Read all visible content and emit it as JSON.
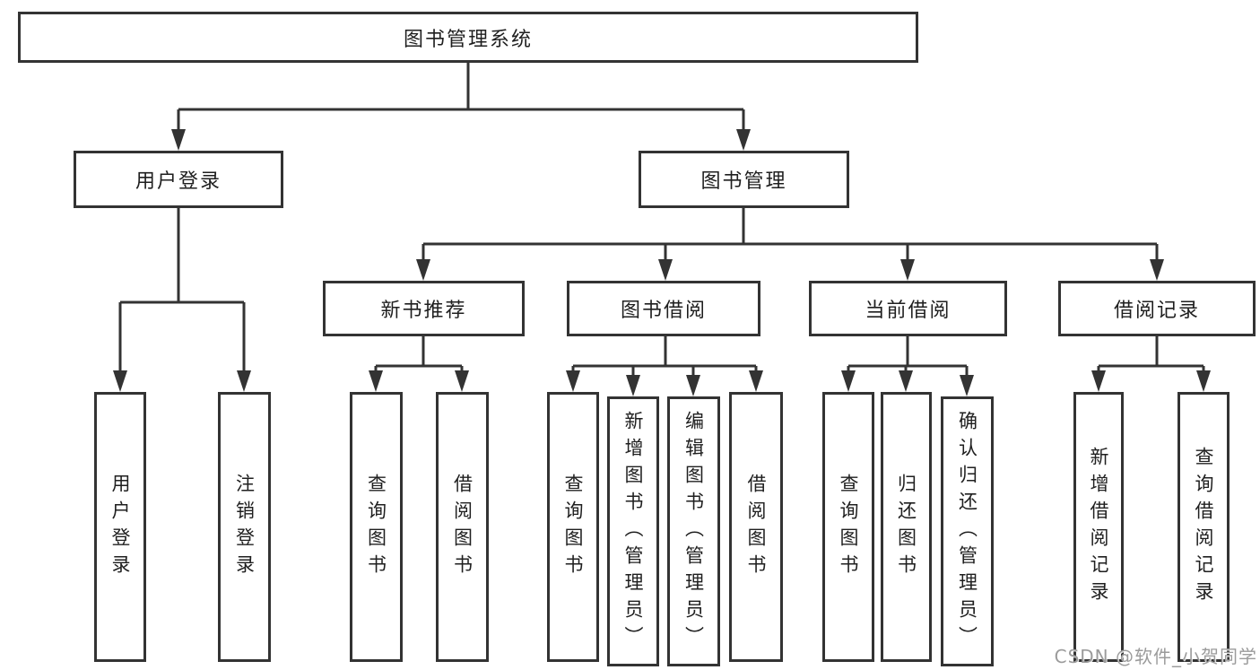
{
  "colors": {
    "background": "#ffffff",
    "line": "#333333",
    "text": "#1f1f1f",
    "watermark": "#9b9b9b"
  },
  "nodes": {
    "root": "图书管理系统",
    "user_login_group": "用户登录",
    "book_mgmt": "图书管理",
    "new_book_rec": "新书推荐",
    "book_borrow": "图书借阅",
    "current_borrow": "当前借阅",
    "borrow_record": "借阅记录",
    "leaf_user_login": "用户登录",
    "leaf_logout": "注销登录",
    "leaf_rec_query": "查询图书",
    "leaf_rec_borrow": "借阅图书",
    "leaf_bb_query": "查询图书",
    "leaf_bb_add": "新增图书（管理员）",
    "leaf_bb_edit": "编辑图书（管理员）",
    "leaf_bb_borrow": "借阅图书",
    "leaf_cb_query": "查询图书",
    "leaf_cb_return": "归还图书",
    "leaf_cb_confirm": "确认归还（管理员）",
    "leaf_br_add": "新增借阅记录",
    "leaf_br_query": "查询借阅记录"
  },
  "hierarchy": {
    "图书管理系统": {
      "用户登录": [
        "用户登录",
        "注销登录"
      ],
      "图书管理": {
        "新书推荐": [
          "查询图书",
          "借阅图书"
        ],
        "图书借阅": [
          "查询图书",
          "新增图书（管理员）",
          "编辑图书（管理员）",
          "借阅图书"
        ],
        "当前借阅": [
          "查询图书",
          "归还图书",
          "确认归还（管理员）"
        ],
        "借阅记录": [
          "新增借阅记录",
          "查询借阅记录"
        ]
      }
    }
  },
  "watermark": "CSDN @软件_小贺同学"
}
